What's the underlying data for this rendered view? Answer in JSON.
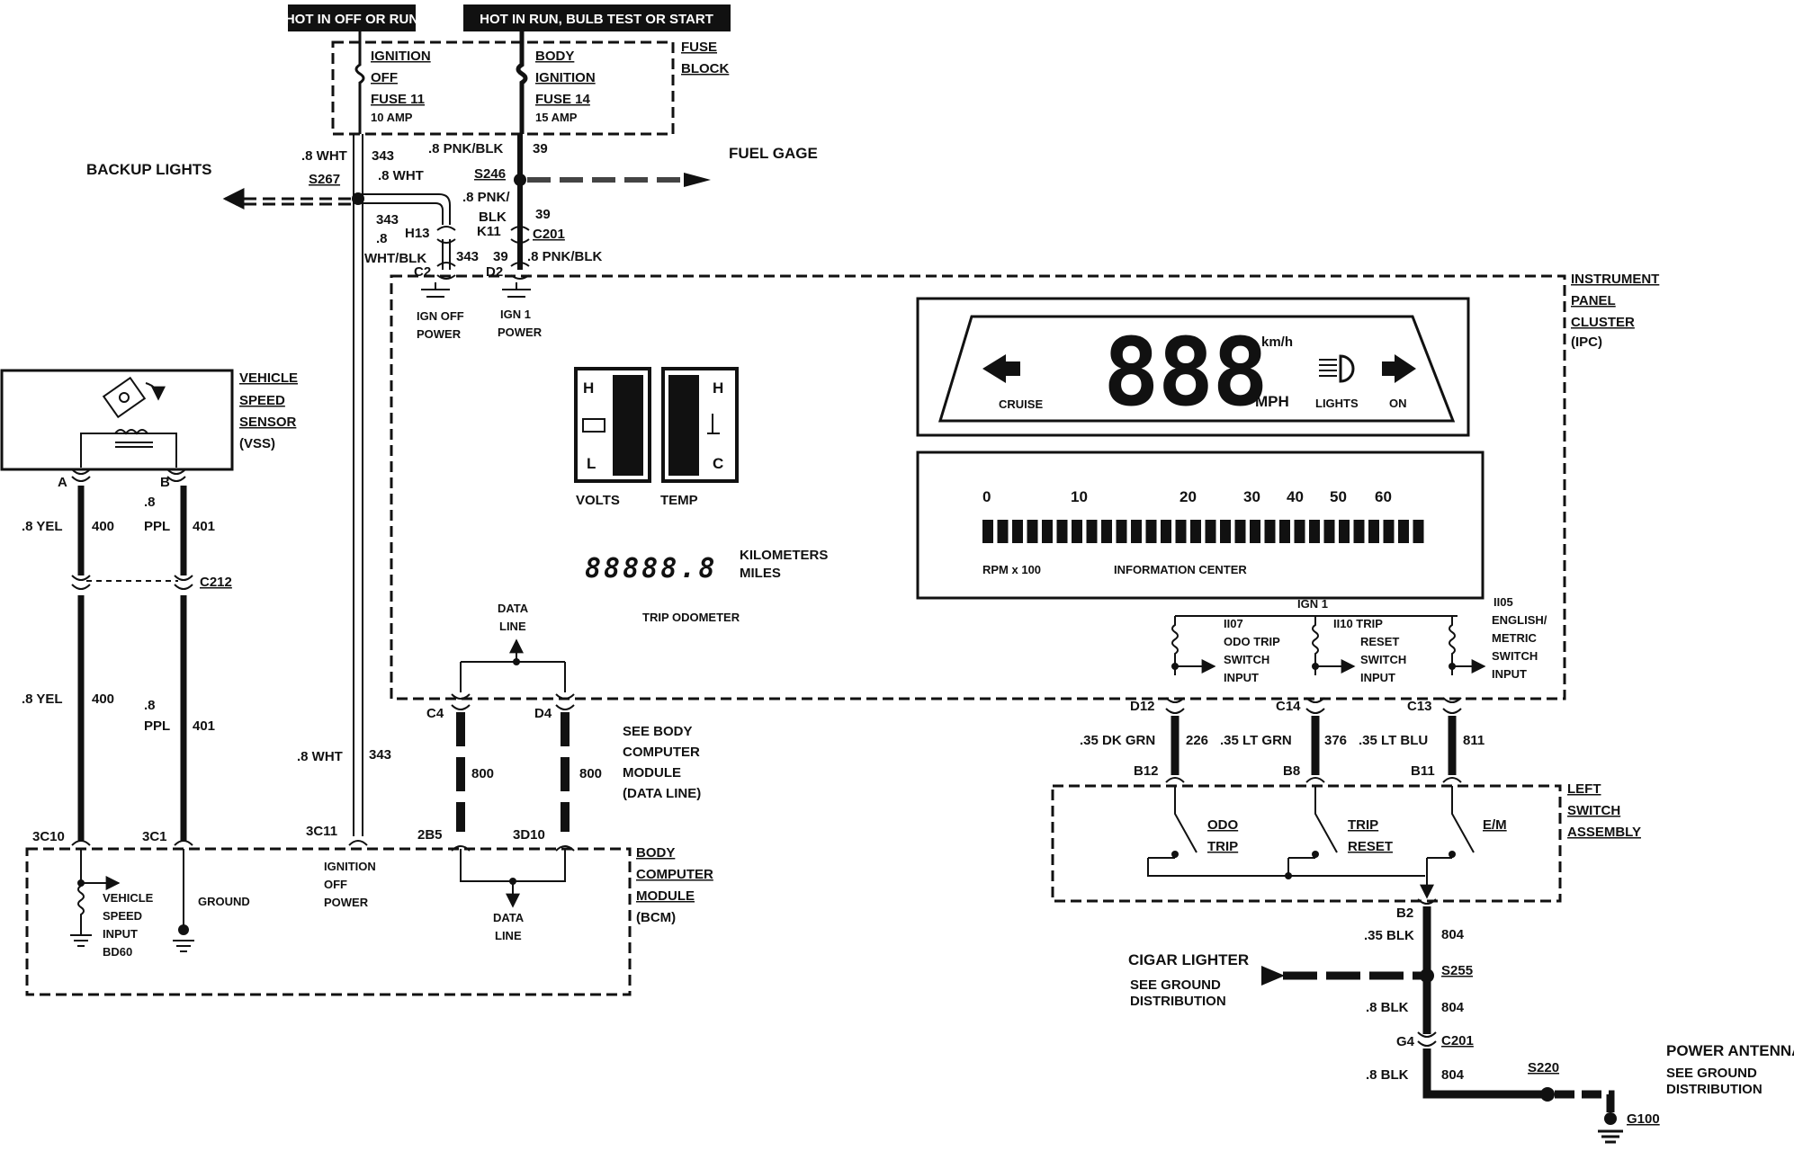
{
  "headers": {
    "hot_off_run": "HOT IN OFF OR RUN",
    "hot_run_bulb": "HOT IN RUN, BULB TEST OR START"
  },
  "fuse_block": {
    "title_1": "FUSE",
    "title_2": "BLOCK",
    "fuse11": [
      "IGNITION",
      "OFF",
      "FUSE 11",
      "10 AMP"
    ],
    "fuse14": [
      "BODY",
      "IGNITION",
      "FUSE 14",
      "15 AMP"
    ]
  },
  "wires": {
    "w8wht": ".8 WHT",
    "n343": "343",
    "w8wht_b": ".8 WHT",
    "w8pnkblk": ".8 PNK/BLK",
    "n39": "39",
    "w8pnk": ".8 PNK/",
    "blk": "BLK",
    "n39b": "39",
    "n343b": "343",
    "w8": ".8",
    "whtblk": "WHT/BLK",
    "n343c": "343",
    "n39c": "39",
    "w8pnkblk_b": ".8 PNK/BLK",
    "w8wht_c": ".8 WHT",
    "n343d": "343",
    "yel1": ".8 YEL",
    "n400a": "400",
    "ppl1a": ".8",
    "ppl1b": "PPL",
    "n401a": "401",
    "yel2": ".8 YEL",
    "n400b": "400",
    "ppl2a": ".8",
    "ppl2b": "PPL",
    "n401b": "401",
    "n800a": "800",
    "n800b": "800",
    "dkgrn": ".35 DK GRN",
    "n226": "226",
    "ltgrn": ".35 LT GRN",
    "n376": "376",
    "ltblu": ".35 LT BLU",
    "n811": "811",
    "blk35": ".35 BLK",
    "n804a": "804",
    "blk8a": ".8 BLK",
    "n804b": "804",
    "blk8b": ".8 BLK",
    "n804c": "804"
  },
  "splices": {
    "s267": "S267",
    "s246": "S246",
    "s255": "S255",
    "s220": "S220"
  },
  "connectors": {
    "h13": "H13",
    "k11": "K11",
    "c201": "C201",
    "c2": "C2",
    "d2": "D2",
    "c212": "C212",
    "a": "A",
    "b": "B",
    "c4": "C4",
    "d4": "D4",
    "3c10": "3C10",
    "3c1": "3C1",
    "3c11": "3C11",
    "2b5": "2B5",
    "3d10": "3D10",
    "d12": "D12",
    "c14": "C14",
    "c13": "C13",
    "b12": "B12",
    "b8": "B8",
    "b11": "B11",
    "b2": "B2",
    "g4": "G4",
    "c201b": "C201",
    "g100": "G100"
  },
  "destinations": {
    "backup": "BACKUP LIGHTS",
    "fuel": "FUEL GAGE",
    "cigar1": "CIGAR LIGHTER",
    "cigar2": "SEE GROUND",
    "cigar3": "DISTRIBUTION",
    "ant1": "POWER ANTENNA",
    "ant2": "SEE GROUND",
    "ant3": "DISTRIBUTION"
  },
  "vss": {
    "l1": "VEHICLE",
    "l2": "SPEED",
    "l3": "SENSOR",
    "l4": "(VSS)"
  },
  "ipc": {
    "l1": "INSTRUMENT",
    "l2": "PANEL",
    "l3": "CLUSTER",
    "l4": "(IPC)",
    "ign_off_1": "IGN OFF",
    "ign_off_2": "POWER",
    "ign1_1": "IGN 1",
    "ign1_2": "POWER",
    "volts": "VOLTS",
    "temp": "TEMP",
    "h": "H",
    "l": "L",
    "c": "C",
    "odo_digits": "88888.8",
    "km": "KILOMETERS",
    "miles": "MILES",
    "trip_odo": "TRIP ODOMETER",
    "data_line_1": "DATA",
    "data_line_2": "LINE",
    "speed_digits": "888",
    "kmh": "km/h",
    "mph": "MPH",
    "cruise": "CRUISE",
    "lights": "LIGHTS",
    "on": "ON",
    "rpm_ticks": [
      "0",
      "10",
      "20",
      "30",
      "40",
      "50",
      "60"
    ],
    "rpm": "RPM x 100",
    "info_center": "INFORMATION CENTER",
    "ign1_bus": "IGN 1",
    "ii07": [
      "II07",
      "ODO TRIP",
      "SWITCH",
      "INPUT"
    ],
    "ii10": [
      "II10 TRIP",
      "RESET",
      "SWITCH",
      "INPUT"
    ],
    "ii05": [
      "II05",
      "ENGLISH/",
      "METRIC",
      "SWITCH",
      "INPUT"
    ]
  },
  "see_bcm": [
    "SEE BODY",
    "COMPUTER",
    "MODULE",
    "(DATA LINE)"
  ],
  "bcm": {
    "l1": "BODY",
    "l2": "COMPUTER",
    "l3": "MODULE",
    "l4": "(BCM)",
    "vss_in": [
      "VEHICLE",
      "SPEED",
      "INPUT",
      "BD60"
    ],
    "ground": "GROUND",
    "ign_off": [
      "IGNITION",
      "OFF",
      "POWER"
    ],
    "data1": "DATA",
    "data2": "LINE"
  },
  "lsa": {
    "l1": "LEFT",
    "l2": "SWITCH",
    "l3": "ASSEMBLY",
    "odo1": "ODO",
    "odo2": "TRIP",
    "trip1": "TRIP",
    "trip2": "RESET",
    "em": "E/M"
  }
}
